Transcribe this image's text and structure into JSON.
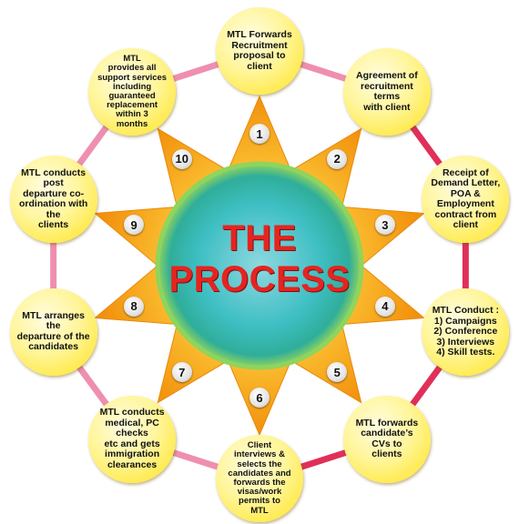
{
  "title": {
    "line1": "THE",
    "line2": "PROCESS"
  },
  "colors": {
    "title": "#e52420",
    "ring_pink": "#ef8fb0",
    "ring_red": "#e0305a",
    "center_teal": "#2bb6b9",
    "center_green": "#8fd45e",
    "star_orange": "#f59a10",
    "star_yellow": "#fbd037",
    "step_yellow": "#fff59a"
  },
  "steps": [
    {
      "number": "1",
      "text": "MTL Forwards\nRecruitment\nproposal to client"
    },
    {
      "number": "2",
      "text": "Agreement  of\nrecruitment terms\nwith client"
    },
    {
      "number": "3",
      "text": "Receipt of\nDemand Letter,\nPOA  & Employment\ncontract from client"
    },
    {
      "number": "4",
      "text": "MTL Conduct :\n1) Campaigns\n2) Conference\n3) Interviews\n4) Skill tests."
    },
    {
      "number": "5",
      "text": "MTL forwards\ncandidate’s CVs to\nclients"
    },
    {
      "number": "6",
      "text": "Client\ninterviews &\nselects the\ncandidates and\nforwards the\nvisas/work\npermits  to\nMTL"
    },
    {
      "number": "7",
      "text": "MTL conducts\nmedical, PC checks\netc and gets\nimmigration\nclearances"
    },
    {
      "number": "8",
      "text": "MTL arranges the\ndeparture of the\ncandidates"
    },
    {
      "number": "9",
      "text": "MTL conducts post\ndeparture co-\nordination with the\nclients"
    },
    {
      "number": "10",
      "text": "MTL\nprovides all\nsupport services\nincluding\nguaranteed\nreplacement\nwithin 3\nmonths"
    }
  ]
}
